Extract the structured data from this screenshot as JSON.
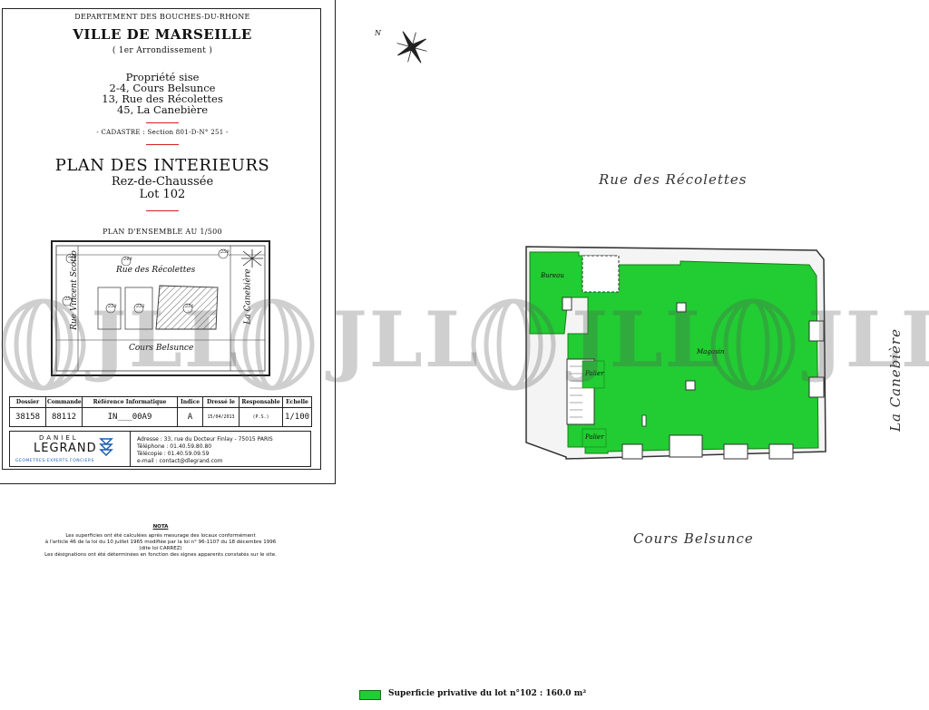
{
  "title_block": {
    "department": "DEPARTEMENT DES BOUCHES-DU-RHONE",
    "city": "VILLE  DE  MARSEILLE",
    "district": "( 1er Arrondissement )",
    "property_lines": [
      "Propriété sise",
      "2-4, Cours Belsunce",
      "13, Rue des Récolettes",
      "45, La Canebière"
    ],
    "cadastre": "- CADASTRE : Section 801-D-N° 251 -",
    "plan_title": "PLAN DES INTERIEURS",
    "level": "Rez-de-Chaussée",
    "lot": "Lot 102",
    "overview_title": "PLAN D'ENSEMBLE AU 1/500"
  },
  "mini_plan": {
    "streets": {
      "north": "Rue des Récolettes",
      "west": "Rue Vincent Scotto",
      "east": "La Canebière",
      "south": "Cours Belsunce"
    },
    "parcel_numbers": [
      "228",
      "249",
      "250",
      "254",
      "253",
      "252",
      "251"
    ]
  },
  "ref_table": {
    "headers": [
      "Dossier",
      "Commande",
      "Référence Informatique",
      "Indice",
      "Dressé le",
      "Responsable",
      "Echelle"
    ],
    "values": [
      "38158",
      "88112",
      "IN___00A9",
      "A",
      "15/04/2013",
      "(P.S.)",
      "1/100"
    ]
  },
  "company": {
    "name_top": "DANIEL",
    "name_main": "LEGRAND",
    "tagline": "GEOMETRES-EXPERTS FONCIERS",
    "address_lines": [
      "Adresse    :  33, rue du Docteur Finlay  -  75015 PARIS",
      "Téléphone :  01.40.59.80.80",
      "Télécopie  :  01.40.59.09.59",
      "e-mail      :  contact@dlegrand.com"
    ]
  },
  "note": {
    "title": "NOTA",
    "lines": [
      "Les superficies ont été calculées après mesurage des locaux conformément",
      "à l'article 46 de la loi du 10 juillet 1965 modifiée par la loi n° 96-1107 du 18 décembre 1996",
      "(dite loi CARREZ)",
      "Les désignations ont été déterminées en fonction des signes apparents constatés sur le site."
    ]
  },
  "main_plan": {
    "north_label": "N",
    "streets": {
      "north": "Rue des Récolettes",
      "east": "La Canebière",
      "south": "Cours Belsunce"
    },
    "rooms": {
      "bureau": "Bureau",
      "magasin": "Magasin",
      "palier_upper": "Palier",
      "palier_lower": "Palier"
    },
    "fill_color": "#22cc33",
    "outline_color": "#333333"
  },
  "watermark": {
    "text": "JLL"
  },
  "legend": {
    "text": "Superficie privative du lot n°102 : 160.0 m²"
  }
}
